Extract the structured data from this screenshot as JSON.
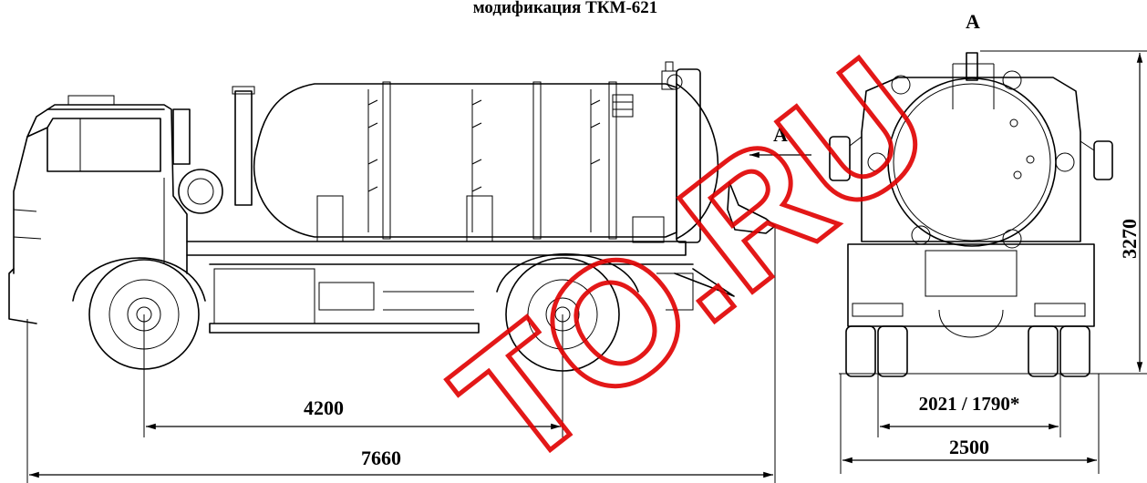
{
  "header": {
    "title": "модификация ТКМ-621"
  },
  "labels": {
    "section_left": "А",
    "section_top": "А"
  },
  "dimensions": {
    "wheelbase": "4200",
    "overall_length": "7660",
    "height": "3270",
    "track": "2021 / 1790*",
    "overall_width": "2500"
  },
  "watermark": {
    "text": "TO.RU",
    "color": "#e00000"
  }
}
